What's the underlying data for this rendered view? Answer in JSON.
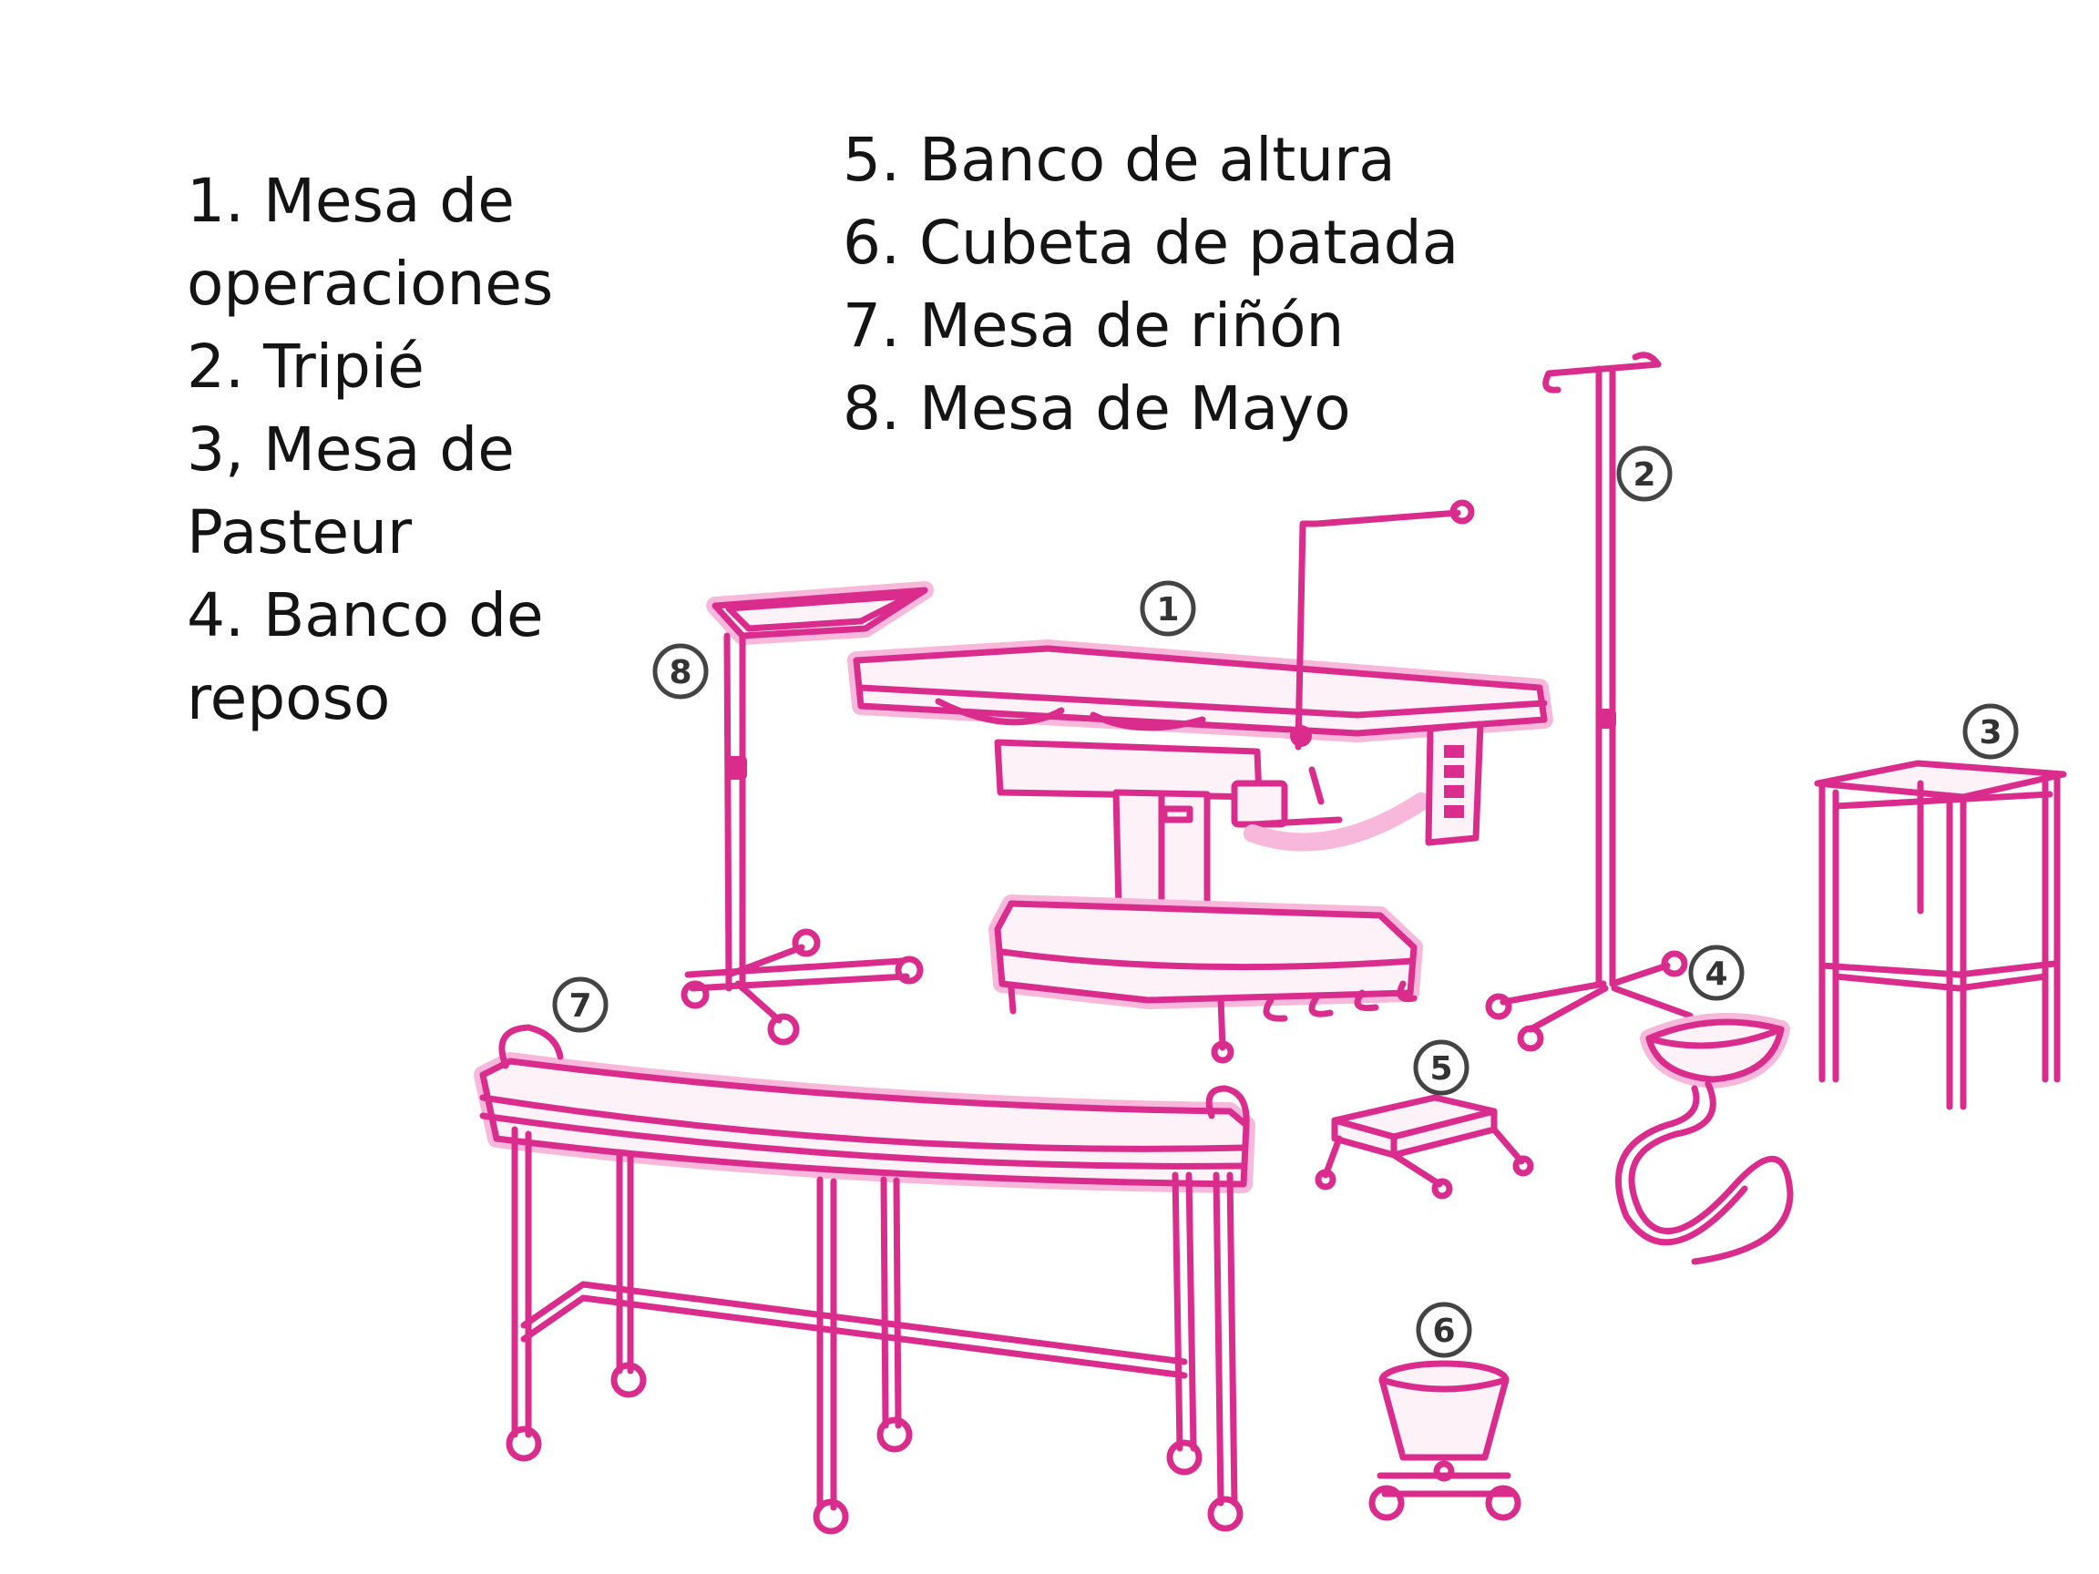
{
  "legend": {
    "left": [
      "1. Mesa de operaciones",
      "2. Tripié",
      "3, Mesa de Pasteur",
      "4. Banco de reposo"
    ],
    "right": [
      "5. Banco de altura",
      "6. Cubeta de patada",
      "7. Mesa de riñón",
      "8. Mesa de Mayo"
    ]
  },
  "badges": [
    "1",
    "2",
    "3",
    "4",
    "5",
    "6",
    "7",
    "8"
  ],
  "colors": {
    "drawing": "#d92c8c",
    "text": "#141414"
  }
}
